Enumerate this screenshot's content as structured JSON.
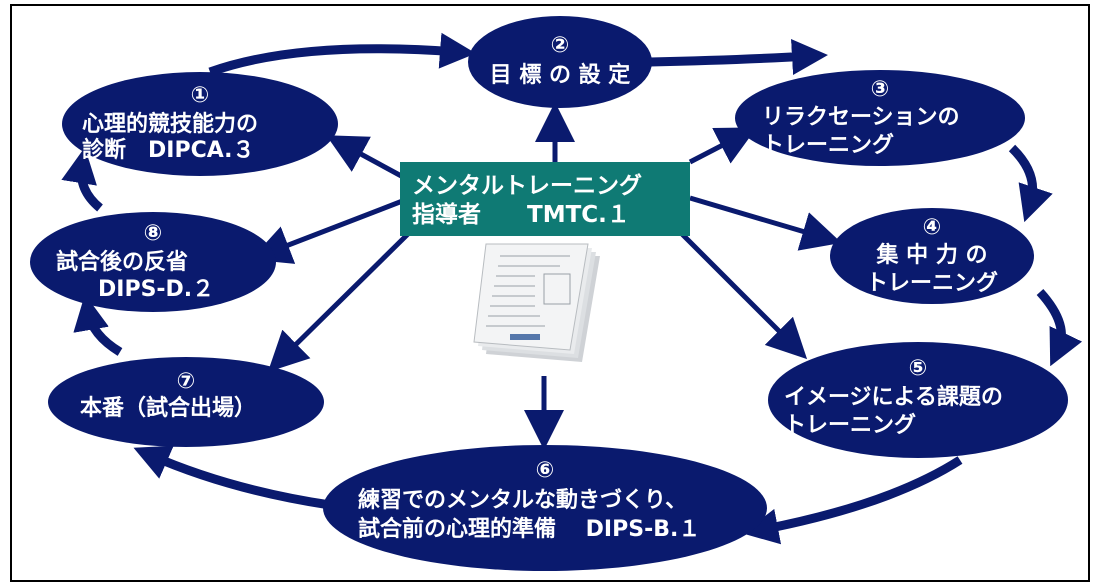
{
  "center": {
    "line1": "メンタルトレーニング",
    "line2": "指導者　　TMTC.１"
  },
  "nodes": {
    "n1": {
      "num": "①",
      "line1": "心理的競技能力の",
      "line2": "診断　DIPCA.３"
    },
    "n2": {
      "num": "②",
      "line1": "目 標 の 設 定"
    },
    "n3": {
      "num": "③",
      "line1": "リラクセーションの",
      "line2": "トレーニング"
    },
    "n4": {
      "num": "④",
      "line1": "集 中 力 の",
      "line2": "トレーニング"
    },
    "n5": {
      "num": "⑤",
      "line1": "イメージによる課題の",
      "line2": "トレーニング"
    },
    "n6": {
      "num": "⑥",
      "line1": "練習でのメンタルな動きづくり、",
      "line2": "試合前の心理的準備　 DIPS-B.１"
    },
    "n7": {
      "num": "⑦",
      "line1": "本番（試合出場）"
    },
    "n8": {
      "num": "⑧",
      "line1": "試合後の反省",
      "line2": "DIPS-D.２"
    }
  },
  "colors": {
    "ellipse": "#0a1a6e",
    "center_box": "#0f7a74",
    "text": "#ffffff"
  }
}
